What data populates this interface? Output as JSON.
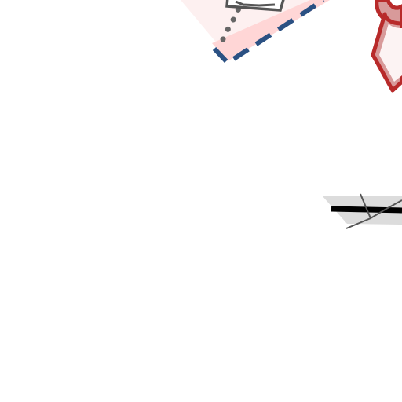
{
  "map": {
    "colors": {
      "background": "#ffffff",
      "zone_fill": "#ffd6d6",
      "zone_fill_light": "#fdf0f0",
      "boundary_dashed": "#2b5183",
      "dotted_path": "#666666",
      "building_outline": "#555555",
      "red_outline": "#b82a2a",
      "red_fill": "#d89a9a",
      "red_fill_light": "#fcf3f3",
      "road_casing": "#dcdcdc",
      "rail_line": "#000000",
      "thin_line": "#555555"
    },
    "features": [
      {
        "name": "pink-zone-area",
        "kind": "area"
      },
      {
        "name": "dashed-boundary-line",
        "kind": "line"
      },
      {
        "name": "dotted-footpath",
        "kind": "line"
      },
      {
        "name": "building-outline",
        "kind": "area"
      },
      {
        "name": "red-outlined-area",
        "kind": "area"
      },
      {
        "name": "road-segment",
        "kind": "line"
      },
      {
        "name": "rail-line",
        "kind": "line"
      }
    ]
  }
}
